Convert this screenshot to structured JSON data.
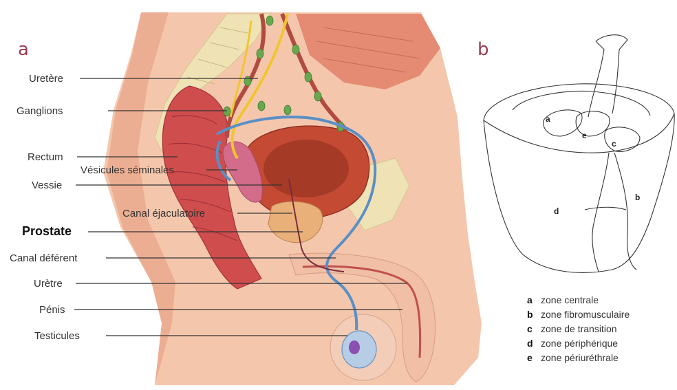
{
  "panel_a": {
    "letter": "a",
    "labels": [
      {
        "id": "uretere",
        "text": "Uretère",
        "bold": false
      },
      {
        "id": "ganglions",
        "text": "Ganglions",
        "bold": false
      },
      {
        "id": "rectum",
        "text": "Rectum",
        "bold": false
      },
      {
        "id": "vesicules",
        "text": "Vésicules séminales",
        "bold": false
      },
      {
        "id": "vessie",
        "text": "Vessie",
        "bold": false
      },
      {
        "id": "canal-ejaculatoire",
        "text": "Canal éjaculatoire",
        "bold": false
      },
      {
        "id": "prostate",
        "text": "Prostate",
        "bold": true
      },
      {
        "id": "canal-deferent",
        "text": "Canal déférent",
        "bold": false
      },
      {
        "id": "uretre",
        "text": "Urètre",
        "bold": false
      },
      {
        "id": "penis",
        "text": "Pénis",
        "bold": false
      },
      {
        "id": "testicules",
        "text": "Testicules",
        "bold": false
      }
    ]
  },
  "panel_b": {
    "letter": "b",
    "zone_letters": [
      "a",
      "e",
      "c",
      "d",
      "b"
    ],
    "legend": [
      {
        "key": "a",
        "text": "zone centrale"
      },
      {
        "key": "b",
        "text": "zone fibromusculaire"
      },
      {
        "key": "c",
        "text": "zone de transition"
      },
      {
        "key": "d",
        "text": "zone périphérique"
      },
      {
        "key": "e",
        "text": "zone périuréthrale"
      }
    ]
  },
  "colors": {
    "skin": "#f2c0a4",
    "skin_dark": "#e7a486",
    "muscle": "#d9604e",
    "rectum": "#c9474a",
    "bladder": "#b8402d",
    "prostate": "#e9b07a",
    "vein_blue": "#5a8fc6",
    "nerve_yellow": "#f1c52e",
    "node_green": "#6aa84f",
    "bone": "#efe3b6",
    "letter_accent": "#9a3b53"
  }
}
